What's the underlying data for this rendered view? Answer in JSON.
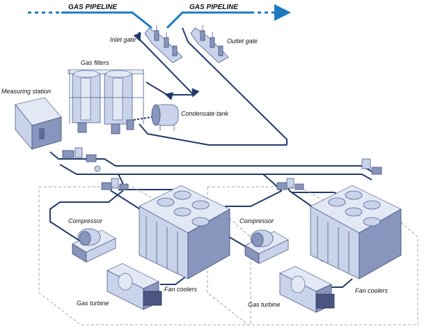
{
  "labels": {
    "pipeline_left": "GAS PIPELINE",
    "pipeline_right": "GAS PIPELINE",
    "inlet_gate": "Inlet gate",
    "outlet_gate": "Outlet gate",
    "gas_filters": "Gas filters",
    "measuring_station": "Measuring station",
    "condensate_tank": "Condensate tank",
    "compressor_left": "Compressor",
    "compressor_right": "Compressor",
    "fan_coolers_left": "Fan coolers",
    "fan_coolers_right": "Fan coolers",
    "gas_turbine_left": "Gas turbine",
    "gas_turbine_right": "Gas turbine"
  },
  "colors": {
    "pipeline": "#1c7bc0",
    "piping": "#223a6b",
    "equipment": "#c9d3ea"
  }
}
